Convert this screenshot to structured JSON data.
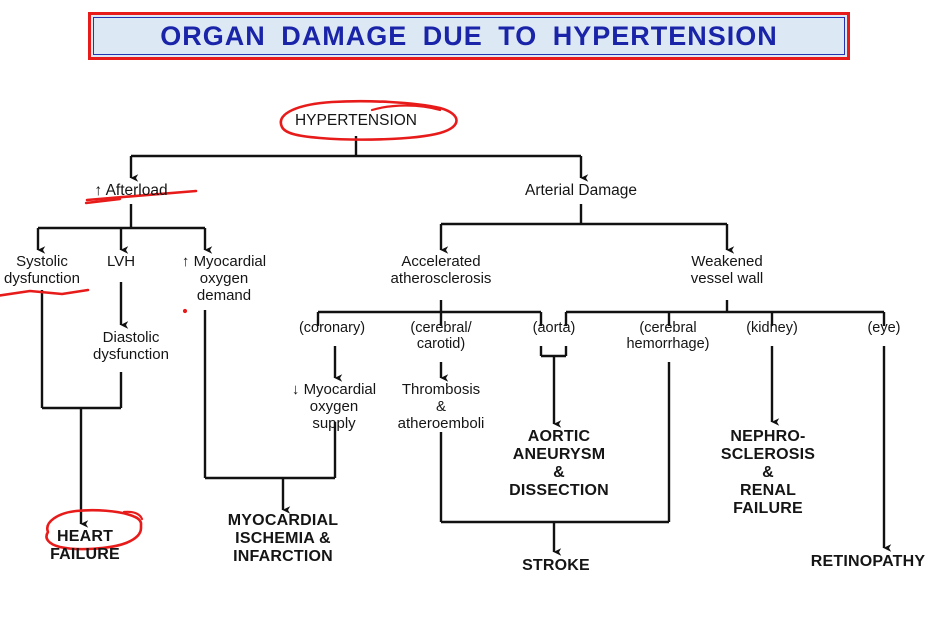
{
  "banner": {
    "title": "ORGAN  DAMAGE  DUE  TO  HYPERTENSION",
    "text_color": "#1a24a8",
    "background": "#dce9f5",
    "border_color": "#e81b1b"
  },
  "diagram": {
    "type": "flowchart",
    "annotation_color": "#e81b1b",
    "nodes": {
      "hypertension": "HYPERTENSION",
      "afterload": "↑ Afterload",
      "arterial_damage": "Arterial Damage",
      "systolic_dysfunction": "Systolic\ndysfunction",
      "lvh": "LVH",
      "myocardial_oxygen_demand": "↑ Myocardial\noxygen\ndemand",
      "accelerated_atherosclerosis": "Accelerated\natherosclerosis",
      "weakened_vessel_wall": "Weakened\nvessel wall",
      "diastolic_dysfunction": "Diastolic\ndysfunction",
      "coronary": "(coronary)",
      "cerebral_carotid": "(cerebral/\ncarotid)",
      "aorta": "(aorta)",
      "cerebral_hemorrhage": "(cerebral\nhemorrhage)",
      "kidney": "(kidney)",
      "eye": "(eye)",
      "myocardial_oxygen_supply": "↓ Myocardial\noxygen\nsupply",
      "thrombosis_atheroemboli": "Thrombosis\n&\natheroemboli",
      "aortic_aneurysm": "AORTIC\nANEURYSM\n&\nDISSECTION",
      "nephrosclerosis": "NEPHRO-\nSCLEROSIS\n&\nRENAL\nFAILURE",
      "heart_failure": "HEART\nFAILURE",
      "myocardial_infarction": "MYOCARDIAL\nISCHEMIA &\nINFARCTION",
      "stroke": "STROKE",
      "retinopathy": "RETINOPATHY"
    },
    "annotations": [
      {
        "name": "circle-hypertension",
        "target": "HYPERTENSION",
        "style": "red ellipse"
      },
      {
        "name": "strike-afterload",
        "target": "↑ Afterload",
        "style": "red strikethrough"
      },
      {
        "name": "underline-systolic-dysfunction",
        "target": "Systolic dysfunction",
        "style": "red underline"
      },
      {
        "name": "circle-heart-failure",
        "target": "HEART FAILURE",
        "style": "red circle"
      },
      {
        "name": "dot-demand",
        "target": "↑ Myocardial oxygen demand",
        "style": "red dot"
      }
    ]
  }
}
